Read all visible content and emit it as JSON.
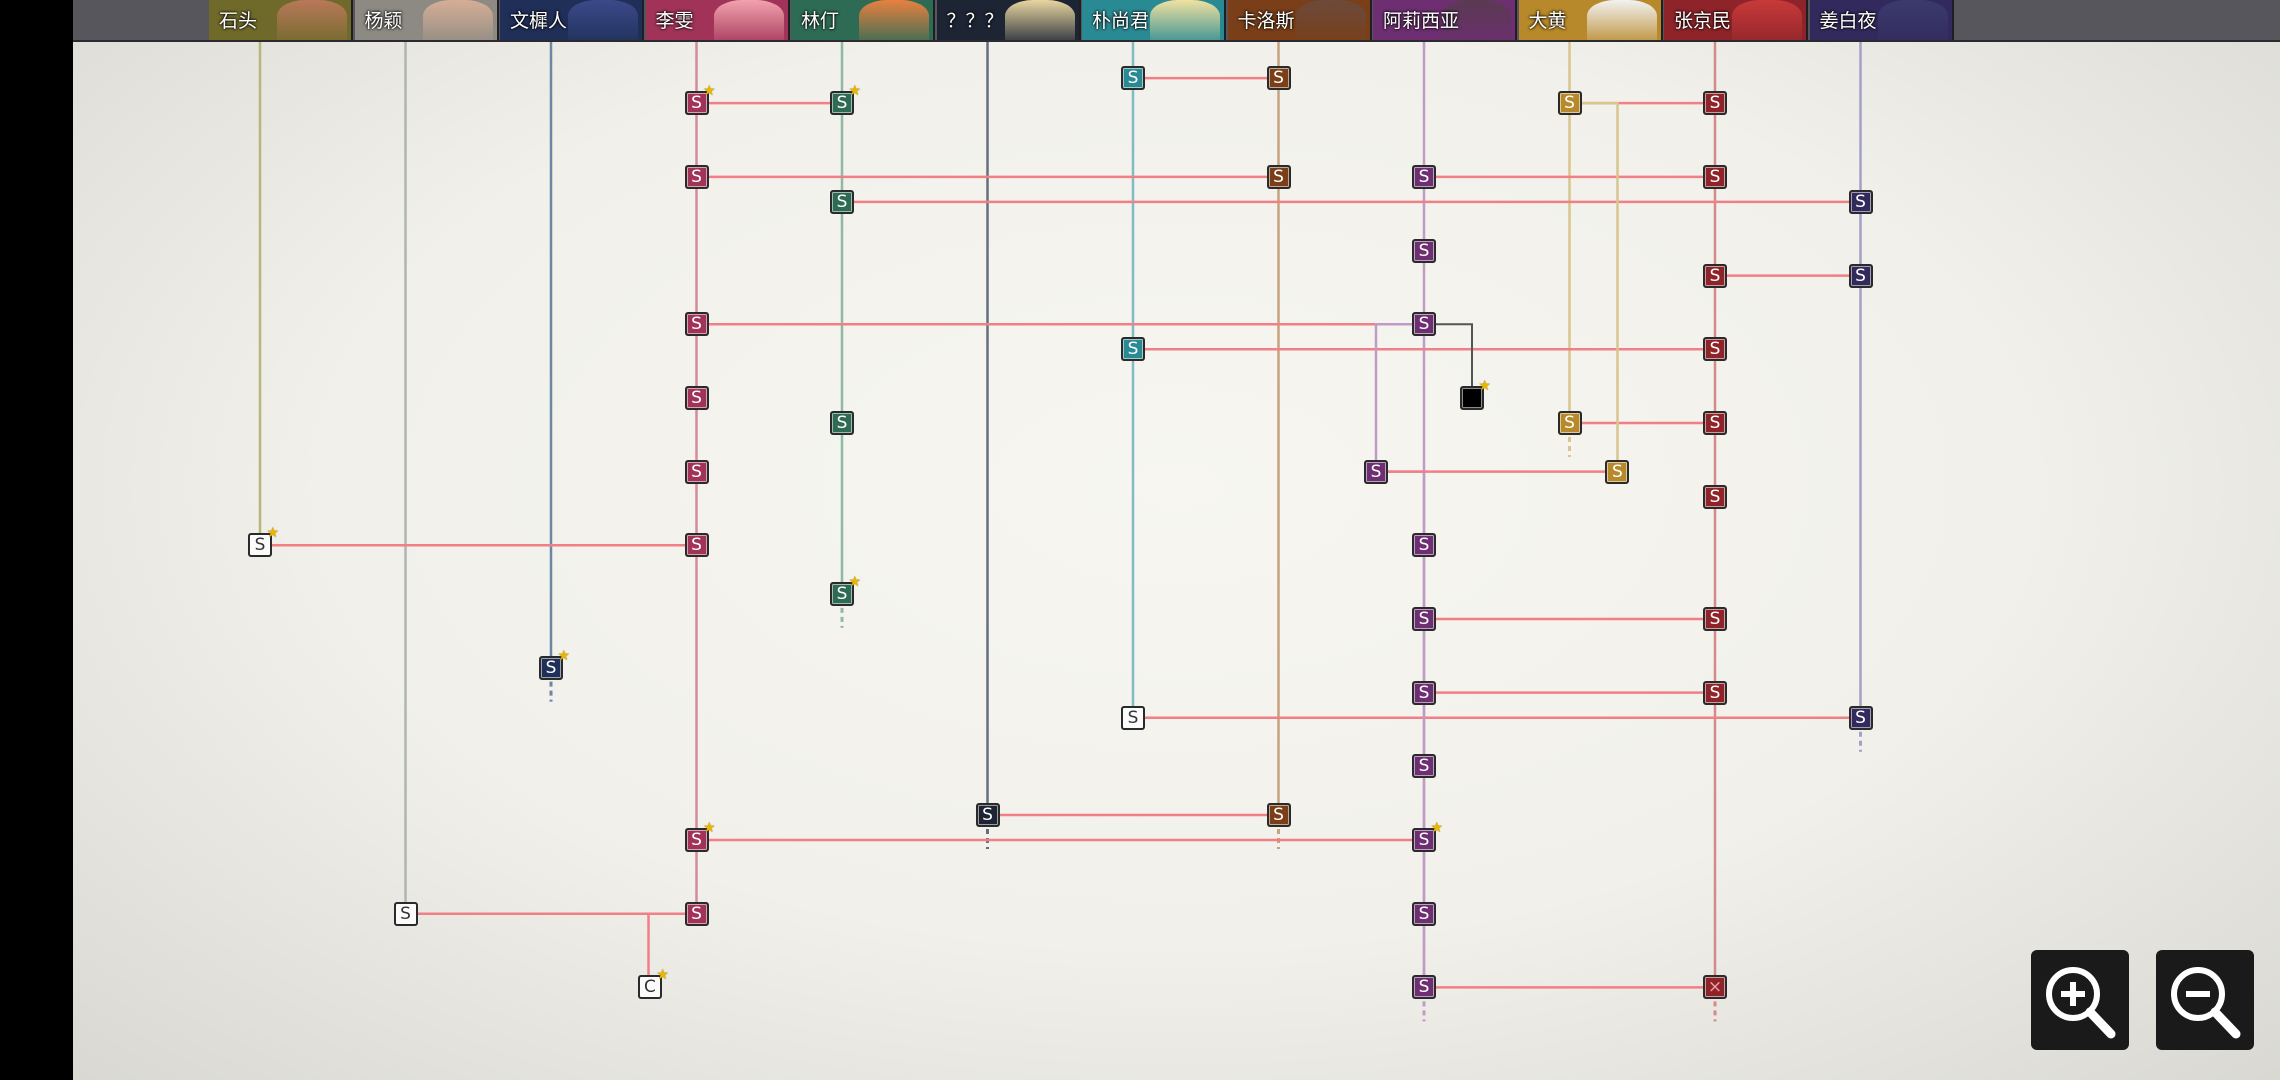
{
  "characters": [
    {
      "name": "石头",
      "face": "#b9785a",
      "bg": "#6f6a2a",
      "line": "#b8b77a"
    },
    {
      "name": "杨颖",
      "face": "#d6ae96",
      "bg": "#8c8a82",
      "line": "#aeb5b2"
    },
    {
      "name": "文樨人",
      "face": "#3b4a8a",
      "bg": "#1f2f57",
      "line": "#6d87a3"
    },
    {
      "name": "李雯",
      "face": "#f2a2ae",
      "bg": "#a23358",
      "line": "#d48b9a"
    },
    {
      "name": "林仃",
      "face": "#e8813e",
      "bg": "#2e6b55",
      "line": "#8fb8a6"
    },
    {
      "name": "？？？",
      "face": "#e9d6a0",
      "bg": "#1d2535",
      "line": "#64707e"
    },
    {
      "name": "朴尚君",
      "face": "#f0e1a0",
      "bg": "#2a8a93",
      "line": "#7fbcc4"
    },
    {
      "name": "卡洛斯",
      "face": "#6b4a3a",
      "bg": "#7a3f18",
      "line": "#c6a27e"
    },
    {
      "name": "阿莉西亚",
      "face": "#5a3a52",
      "bg": "#6e2e72",
      "line": "#c09bc6"
    },
    {
      "name": "大黄",
      "face": "#f2f2f2",
      "bg": "#b8892a",
      "line": "#d8c590"
    },
    {
      "name": "张京民",
      "face": "#c83a3a",
      "bg": "#8e2429",
      "line": "#d58a8a"
    },
    {
      "name": "姜白夜",
      "face": "#3b3a6e",
      "bg": "#322a5c",
      "line": "#a4a0c8"
    }
  ],
  "node_types": {
    "s": "S",
    "c": "C",
    "x": "×",
    "black": ""
  },
  "colors": {
    "link": "#f07f86",
    "connector": "#555555",
    "star": "#e9b600"
  },
  "nodes": [
    {
      "char": 0,
      "row": 370,
      "type": "s",
      "style": "white",
      "star": true
    },
    {
      "char": 1,
      "row": 620,
      "type": "s",
      "style": "white"
    },
    {
      "char": 2,
      "row": 453,
      "type": "s",
      "star": true
    },
    {
      "char": 3,
      "row": 70,
      "type": "s",
      "star": true
    },
    {
      "char": 3,
      "row": 120,
      "type": "s"
    },
    {
      "char": 3,
      "row": 220,
      "type": "s"
    },
    {
      "char": 3,
      "row": 270,
      "type": "s"
    },
    {
      "char": 3,
      "row": 320,
      "type": "s"
    },
    {
      "char": 3,
      "row": 370,
      "type": "s"
    },
    {
      "char": 3,
      "row": 570,
      "type": "s",
      "star": true
    },
    {
      "char": 3,
      "row": 620,
      "type": "s"
    },
    {
      "char": 4,
      "row": 70,
      "type": "s",
      "star": true
    },
    {
      "char": 4,
      "row": 137,
      "type": "s"
    },
    {
      "char": 4,
      "row": 287,
      "type": "s"
    },
    {
      "char": 4,
      "row": 403,
      "type": "s",
      "star": true
    },
    {
      "char": 5,
      "row": 553,
      "type": "s"
    },
    {
      "char": 6,
      "row": 53,
      "type": "s"
    },
    {
      "char": 6,
      "row": 237,
      "type": "s"
    },
    {
      "char": 6,
      "row": 487,
      "type": "s",
      "style": "white"
    },
    {
      "char": 7,
      "row": 53,
      "type": "s"
    },
    {
      "char": 7,
      "row": 120,
      "type": "s"
    },
    {
      "char": 7,
      "row": 553,
      "type": "s"
    },
    {
      "char": 8,
      "row": 120,
      "type": "s"
    },
    {
      "char": 8,
      "row": 170,
      "type": "s"
    },
    {
      "char": 8,
      "row": 220,
      "type": "s"
    },
    {
      "char": 8,
      "row": 370,
      "type": "s"
    },
    {
      "char": 8,
      "row": 420,
      "type": "s"
    },
    {
      "char": 8,
      "row": 470,
      "type": "s"
    },
    {
      "char": 8,
      "row": 520,
      "type": "s"
    },
    {
      "char": 8,
      "row": 570,
      "type": "s",
      "star": true
    },
    {
      "char": 8,
      "row": 620,
      "type": "s"
    },
    {
      "char": 8,
      "row": 670,
      "type": "s"
    },
    {
      "char": 9,
      "row": 70,
      "type": "s"
    },
    {
      "char": 9,
      "row": 287,
      "type": "s"
    },
    {
      "char": 10,
      "row": 70,
      "type": "s"
    },
    {
      "char": 10,
      "row": 120,
      "type": "s"
    },
    {
      "char": 10,
      "row": 187,
      "type": "s"
    },
    {
      "char": 10,
      "row": 237,
      "type": "s"
    },
    {
      "char": 10,
      "row": 287,
      "type": "s"
    },
    {
      "char": 10,
      "row": 337,
      "type": "s"
    },
    {
      "char": 10,
      "row": 420,
      "type": "s"
    },
    {
      "char": 10,
      "row": 470,
      "type": "s"
    },
    {
      "char": 10,
      "row": 670,
      "type": "x"
    },
    {
      "char": 11,
      "row": 137,
      "type": "s"
    },
    {
      "char": 11,
      "row": 187,
      "type": "s"
    },
    {
      "char": 11,
      "row": 487,
      "type": "s"
    }
  ],
  "extra_nodes": [
    {
      "id": "alicia-branch",
      "color_char": 8,
      "type": "s",
      "xoff": -34,
      "row": 320
    },
    {
      "id": "dahuang-branch",
      "color_char": 9,
      "type": "s",
      "xoff": 34,
      "row": 320
    },
    {
      "id": "black-box",
      "color_char": -1,
      "type": "black",
      "xoff": 34,
      "row": 270,
      "star": true
    },
    {
      "id": "li-c-node",
      "color_char": -1,
      "type": "c",
      "xoff": -33,
      "row": 670,
      "star": true
    }
  ],
  "links": [
    {
      "a": 3,
      "b": 4,
      "row": 70
    },
    {
      "a": 6,
      "b": 7,
      "row": 53
    },
    {
      "a": 9,
      "b": 10,
      "row": 70
    },
    {
      "a": 3,
      "b": 7,
      "row": 120
    },
    {
      "a": 8,
      "b": 10,
      "row": 120
    },
    {
      "a": 4,
      "b": 11,
      "row": 137
    },
    {
      "a": 10,
      "b": 11,
      "row": 187
    },
    {
      "a": 3,
      "b": 8,
      "row": 220
    },
    {
      "a": 6,
      "b": 10,
      "row": 237
    },
    {
      "a": 9,
      "b": 10,
      "row": 287
    },
    {
      "a": 0,
      "b": 3,
      "row": 370
    },
    {
      "a": 8,
      "b": 10,
      "row": 420
    },
    {
      "a": 8,
      "b": 10,
      "row": 470
    },
    {
      "a": 6,
      "b": 11,
      "row": 487
    },
    {
      "a": 5,
      "b": 7,
      "row": 553
    },
    {
      "a": 3,
      "b": 8,
      "row": 570
    },
    {
      "a": 1,
      "b": 3,
      "row": 620
    },
    {
      "a": 8,
      "b": 10,
      "row": 670
    }
  ],
  "lifelines": [
    {
      "char": 0,
      "from": 40,
      "to": 370
    },
    {
      "char": 1,
      "from": 40,
      "to": 620
    },
    {
      "char": 2,
      "from": 40,
      "to": 453,
      "dash": true
    },
    {
      "char": 3,
      "from": 40,
      "to": 620
    },
    {
      "char": 4,
      "from": 40,
      "to": 403,
      "dash": true
    },
    {
      "char": 5,
      "from": 40,
      "to": 553,
      "dash": true
    },
    {
      "char": 6,
      "from": 40,
      "to": 487
    },
    {
      "char": 7,
      "from": 40,
      "to": 553,
      "dash": true
    },
    {
      "char": 8,
      "from": 40,
      "to": 670,
      "dash": true
    },
    {
      "char": 9,
      "from": 40,
      "to": 287,
      "dash": true
    },
    {
      "char": 10,
      "from": 40,
      "to": 670,
      "dash": true
    },
    {
      "char": 11,
      "from": 40,
      "to": 487,
      "dash": true
    }
  ],
  "zoom": {
    "in": "zoom-in",
    "out": "zoom-out"
  }
}
